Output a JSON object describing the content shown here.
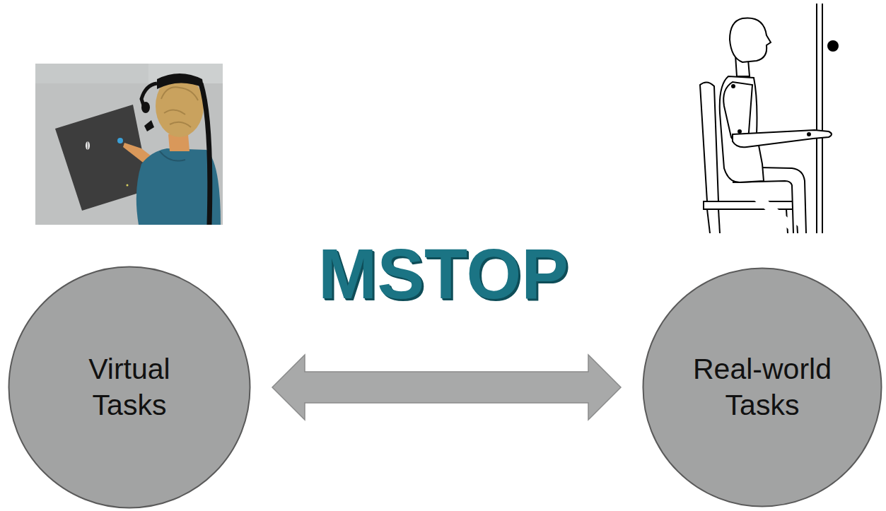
{
  "diagram": {
    "title": "MSTOP",
    "nodes": [
      {
        "text": [
          "Virtual Tasks"
        ]
      },
      {
        "text": [
          "Real-world Tasks"
        ]
      }
    ],
    "edges": [
      {
        "from": 0,
        "to": 1,
        "arrow": "both"
      }
    ]
  }
}
